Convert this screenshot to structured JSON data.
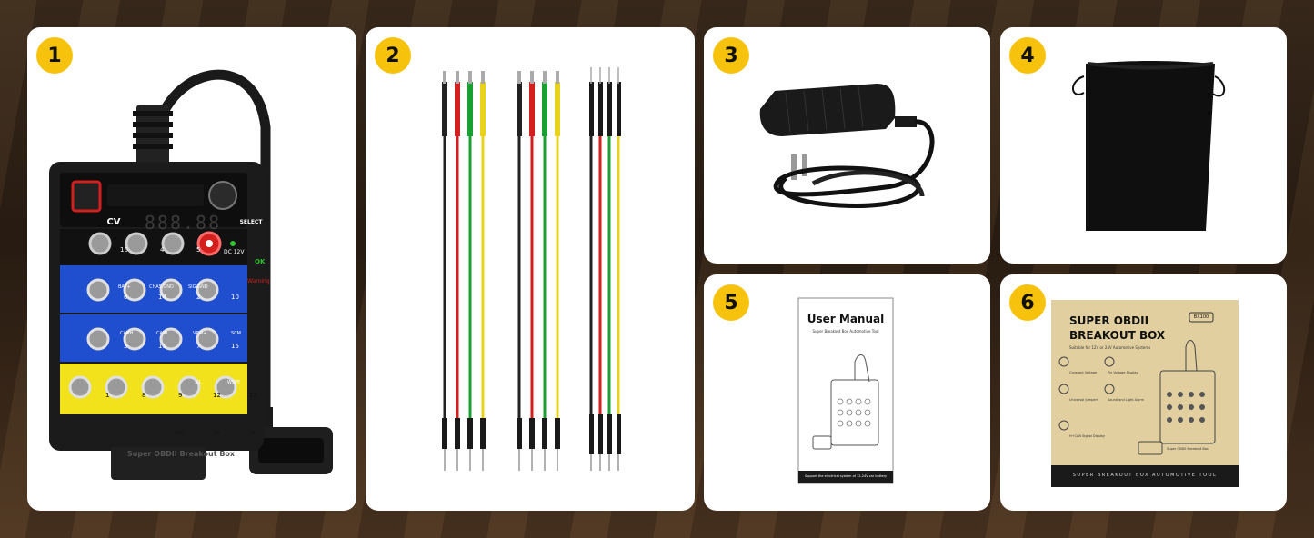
{
  "panels": [
    {
      "number": "1"
    },
    {
      "number": "2"
    },
    {
      "number": "3"
    },
    {
      "number": "4"
    },
    {
      "number": "5"
    },
    {
      "number": "6"
    }
  ],
  "device": {
    "cv_label": "CV",
    "display_digits": "888.88",
    "select_label": "SELECT",
    "dc_label": "DC 12V",
    "ok_label": "OK",
    "warning_label": "Warning",
    "row1_pins": [
      "16",
      "4",
      "5"
    ],
    "row1_names": [
      "BAT+",
      "CHAS GND",
      "SIG GND"
    ],
    "row2_pins": [
      "6",
      "14",
      "2",
      "10"
    ],
    "row2_names": [
      "CANH",
      "CANL",
      "VPW+",
      "SCM"
    ],
    "row3_pins": [
      "3",
      "11",
      "7",
      "15"
    ],
    "row3_names": [
      "",
      "",
      "SIL",
      "WSPE"
    ],
    "row4_pins": [
      "1",
      "8",
      "9",
      "12",
      "13"
    ],
    "row4_names": [
      "",
      "",
      "EAC",
      "ES",
      "TC"
    ],
    "footer_label": "Super OBDII Breakout Box",
    "colors": {
      "black": "#1d1d1d",
      "blue": "#1f4fcf",
      "yellow": "#f2e21b",
      "red": "#d41f1f"
    }
  },
  "manual": {
    "title": "User Manual",
    "subtitle": "Super Breakout Box Automotive Tool",
    "footer": "Support the electrical system of 12-24V car battery"
  },
  "box": {
    "title_line1": "SUPER OBDII",
    "title_line2": "BREAKOUT BOX",
    "model": "BX100",
    "tagline": "Suitable for 12V or 24V Automotive Systems",
    "features": [
      "Constant Voltage",
      "Pin Voltage Display",
      "Universal Jumpers",
      "Sound and Light Alarm",
      "H+CAN Signal Display"
    ],
    "device_label": "Super OBDII Breakout Box",
    "bottom_text": "SUPER BREAKOUT BOX AUTOMOTIVE TOOL"
  },
  "accent": "#f6c20b"
}
